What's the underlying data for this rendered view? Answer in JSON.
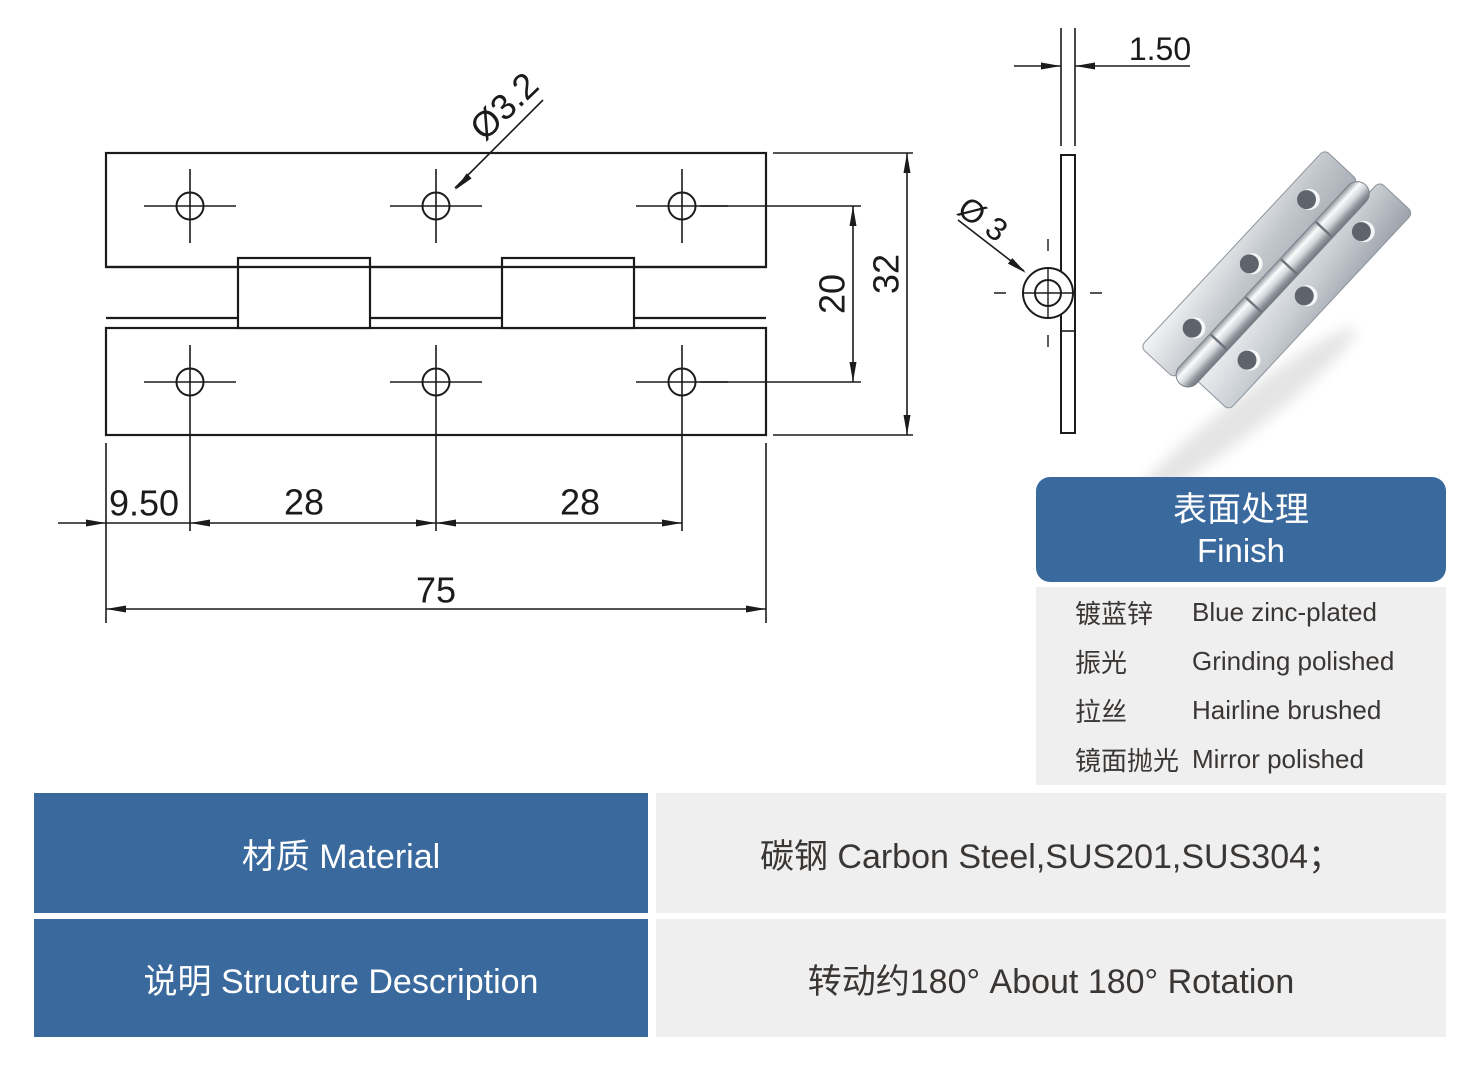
{
  "colors": {
    "accent_blue": "#3a6a9d",
    "cell_gray": "#efefef",
    "line_color": "#1b1b1b",
    "text_dark": "#3a3634"
  },
  "drawing": {
    "front_view": {
      "labels": {
        "hole_diameter": "Ø3.2",
        "hole_row_spacing": "20",
        "height": "32",
        "edge_to_hole": "9.50",
        "hole_pitch_1": "28",
        "hole_pitch_2": "28",
        "length": "75"
      }
    },
    "side_view": {
      "labels": {
        "thickness": "1.50",
        "pin_diameter": "Ø 3"
      }
    }
  },
  "finish_panel": {
    "title_zh": "表面处理",
    "title_en": "Finish",
    "rows": [
      {
        "zh": "镀蓝锌",
        "en": "Blue zinc-plated"
      },
      {
        "zh": "振光",
        "en": "Grinding polished"
      },
      {
        "zh": "拉丝",
        "en": "Hairline brushed"
      },
      {
        "zh": "镜面抛光",
        "en": "Mirror polished"
      }
    ]
  },
  "spec_table": {
    "rows": [
      {
        "label": "材质 Material",
        "value": "碳钢  Carbon Steel,SUS201,SUS304；"
      },
      {
        "label": "说明 Structure Description",
        "value": "转动约180°  About 180° Rotation"
      }
    ]
  }
}
